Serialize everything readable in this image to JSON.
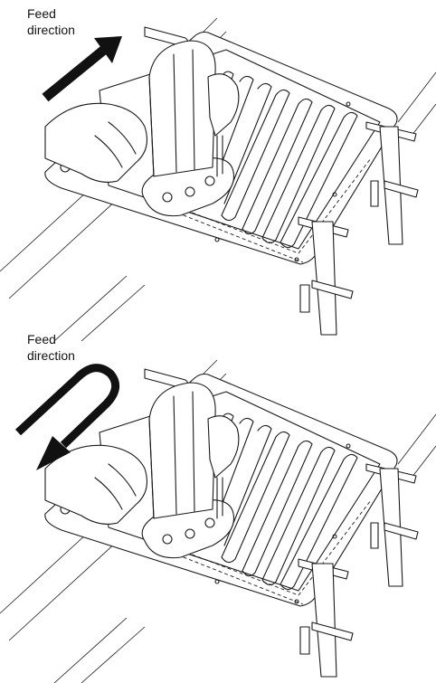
{
  "figure": {
    "panels": [
      {
        "label_line1": "Feed",
        "label_line2": "direction",
        "arrow": "straight-arrow-up-right"
      },
      {
        "label_line1": "Feed",
        "label_line2": "direction",
        "arrow": "u-turn-arrow-down-left"
      }
    ],
    "colors": {
      "ink": "#1a1a1a",
      "arrow": "#111111",
      "background": "#ffffff"
    }
  }
}
